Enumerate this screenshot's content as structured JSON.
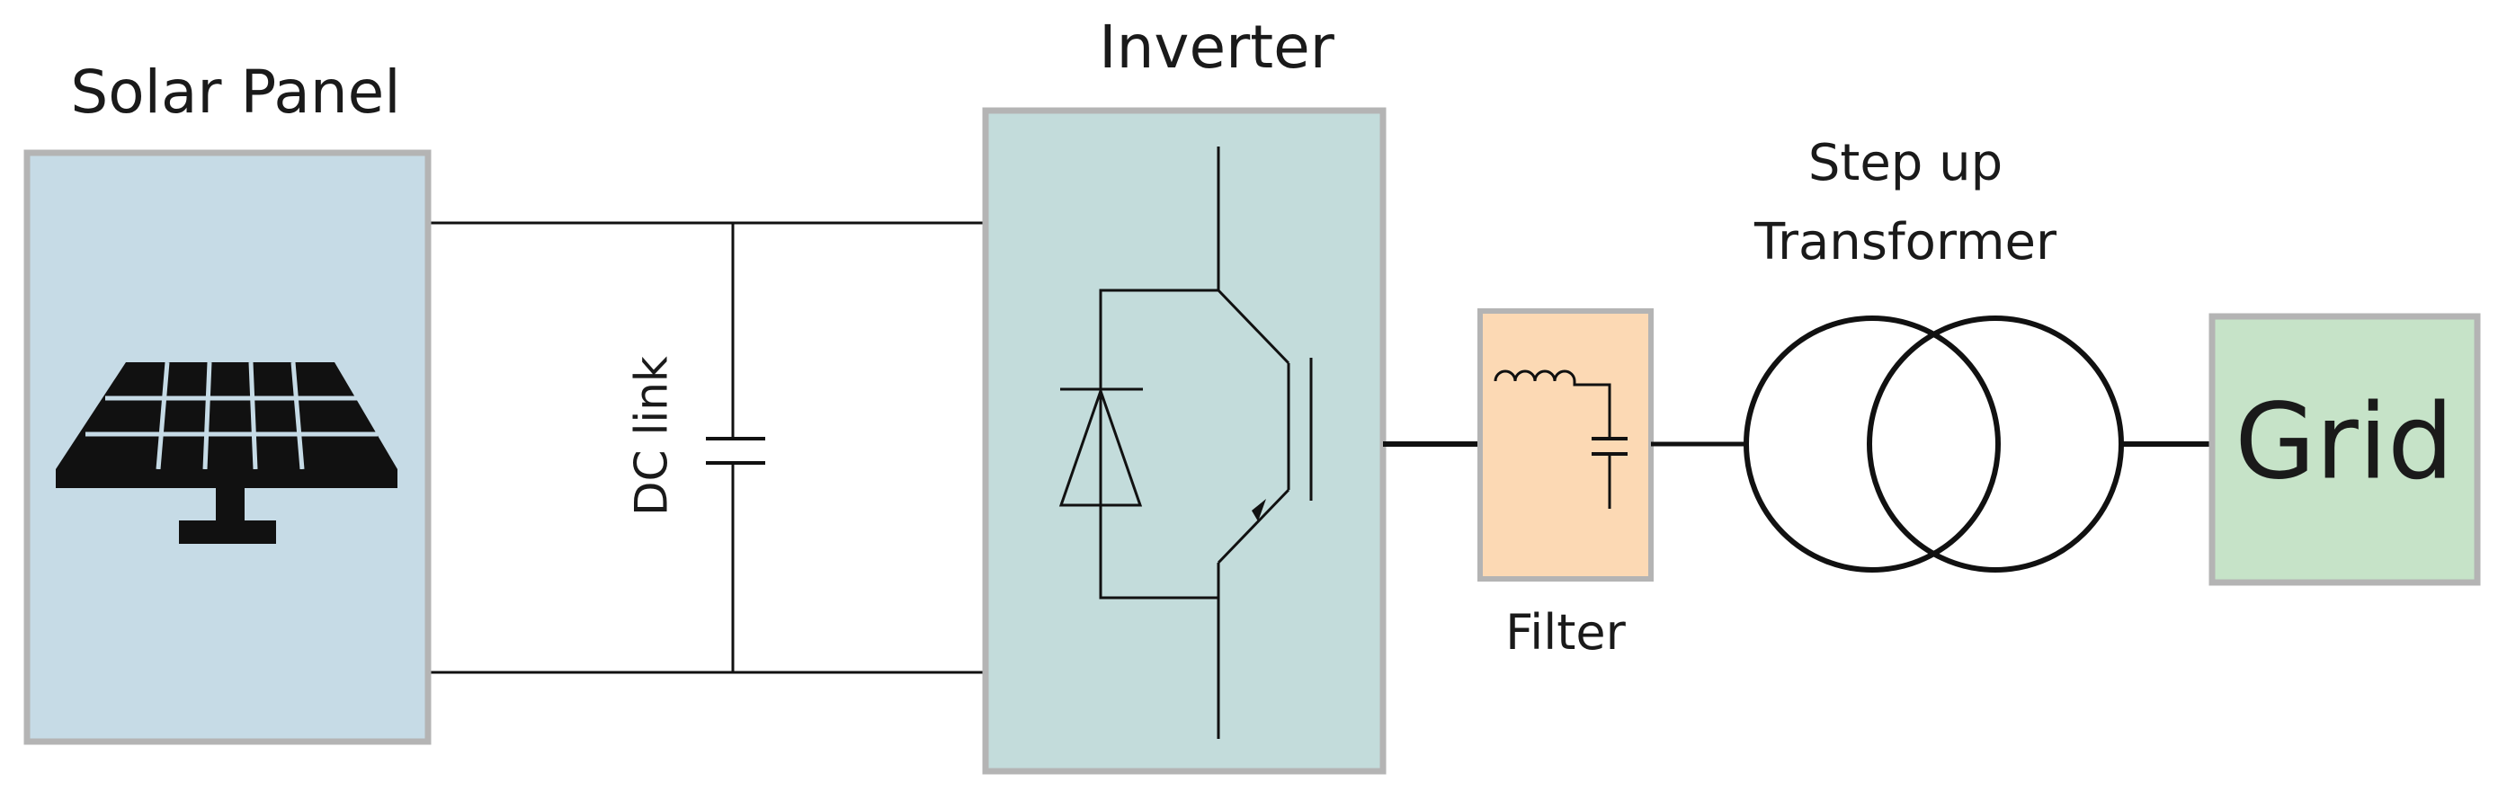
{
  "blocks": {
    "solar_panel": {
      "title": "Solar Panel",
      "fill": "#c6dbe6"
    },
    "dc_link": {
      "label": "DC link"
    },
    "inverter": {
      "title": "Inverter",
      "fill": "#c3dcdb"
    },
    "filter": {
      "label": "Filter",
      "fill": "#fcd9b4"
    },
    "transformer": {
      "label_line1": "Step up",
      "label_line2": "Transformer"
    },
    "grid": {
      "label": "Grid",
      "fill": "#c6e3c8"
    }
  },
  "colors": {
    "border": "#b4b4b4",
    "line": "#111111"
  },
  "icons": [
    "solar-panel-icon",
    "capacitor-icon",
    "diode-icon",
    "igbt-icon",
    "inductor-icon",
    "transformer-icon"
  ]
}
